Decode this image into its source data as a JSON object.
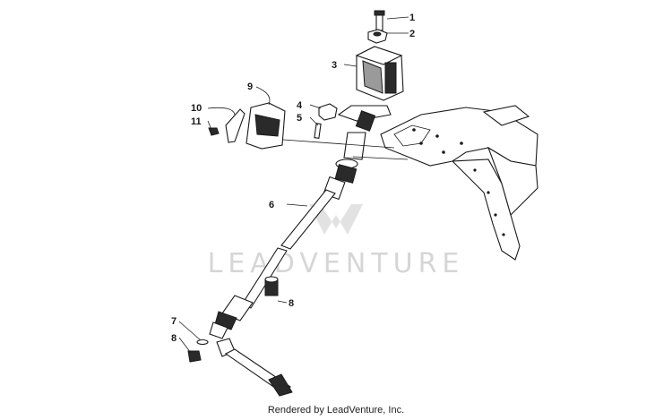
{
  "watermark_text": "LEADVENTURE",
  "footer_text": "Rendered by LeadVenture, Inc.",
  "callouts": [
    "1",
    "2",
    "3",
    "4",
    "5",
    "6",
    "7",
    "8",
    "8",
    "9",
    "10",
    "11"
  ],
  "colors": {
    "line": "#1a1a1a",
    "watermark": "#d6d6d6",
    "background": "#ffffff"
  }
}
